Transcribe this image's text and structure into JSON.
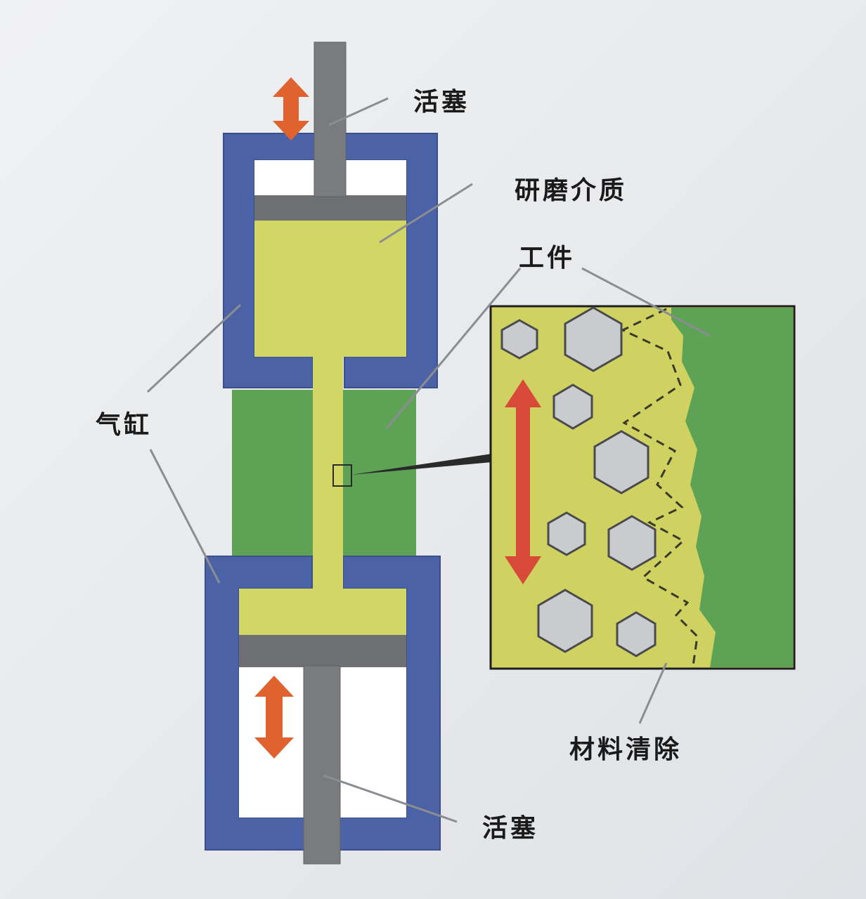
{
  "labels": {
    "piston_top": "活塞",
    "abrasive_media": "研磨介质",
    "workpiece": "工件",
    "cylinder": "气缸",
    "material_removal": "材料清除",
    "piston_bottom": "活塞"
  },
  "colors": {
    "background": "#e8ebee",
    "cylinder_blue": "#4c62a6",
    "media_yellow": "#d2d664",
    "workpiece_green": "#5ea355",
    "piston_gray": "#7a7b7e",
    "arrow_orange": "#e0622e",
    "grain_gray": "#c9cbce",
    "leader_gray": "#8a8d92"
  }
}
